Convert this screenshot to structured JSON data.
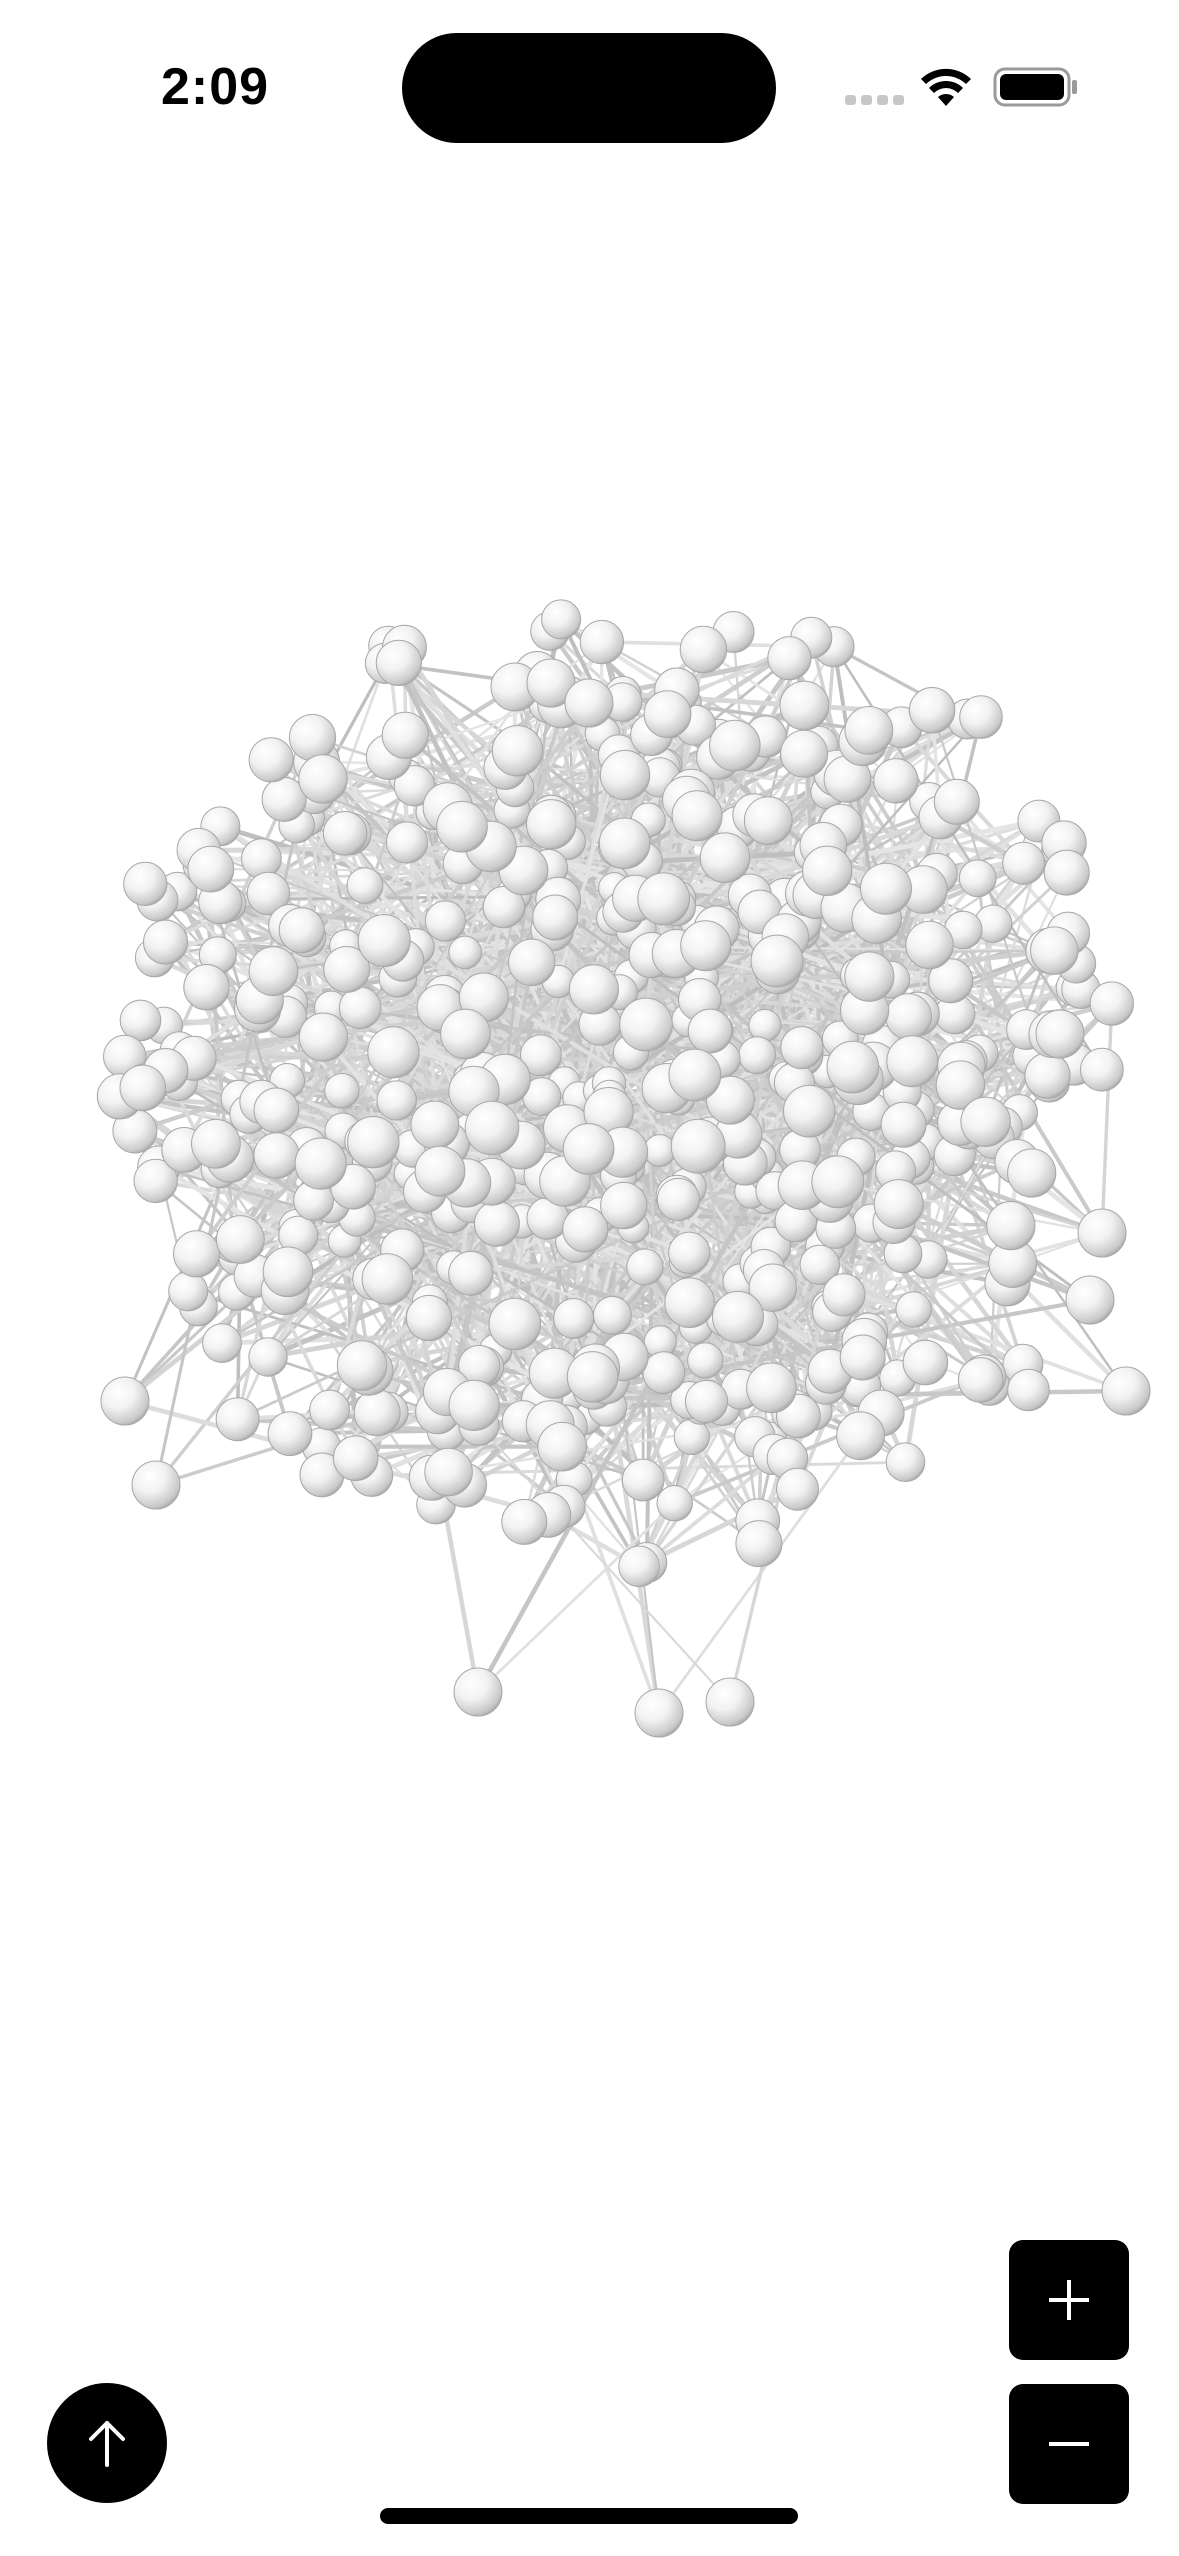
{
  "status_bar": {
    "time": "2:09",
    "signal_icon": "cellular-signal-dots-icon",
    "wifi_icon": "wifi-icon",
    "battery_icon": "battery-full-icon"
  },
  "graph": {
    "node_style": "white-3d-sphere",
    "edge_style": "light-gray-3d-cylinder",
    "background": "#ffffff"
  },
  "controls": {
    "zoom_in_icon": "plus-icon",
    "zoom_out_icon": "minus-icon",
    "scroll_up_icon": "arrow-up-icon"
  },
  "colors": {
    "button_background": "#000000",
    "button_icon": "#ffffff",
    "node_fill": "#f2f2f2",
    "edge_color": "#cfcfcf"
  }
}
